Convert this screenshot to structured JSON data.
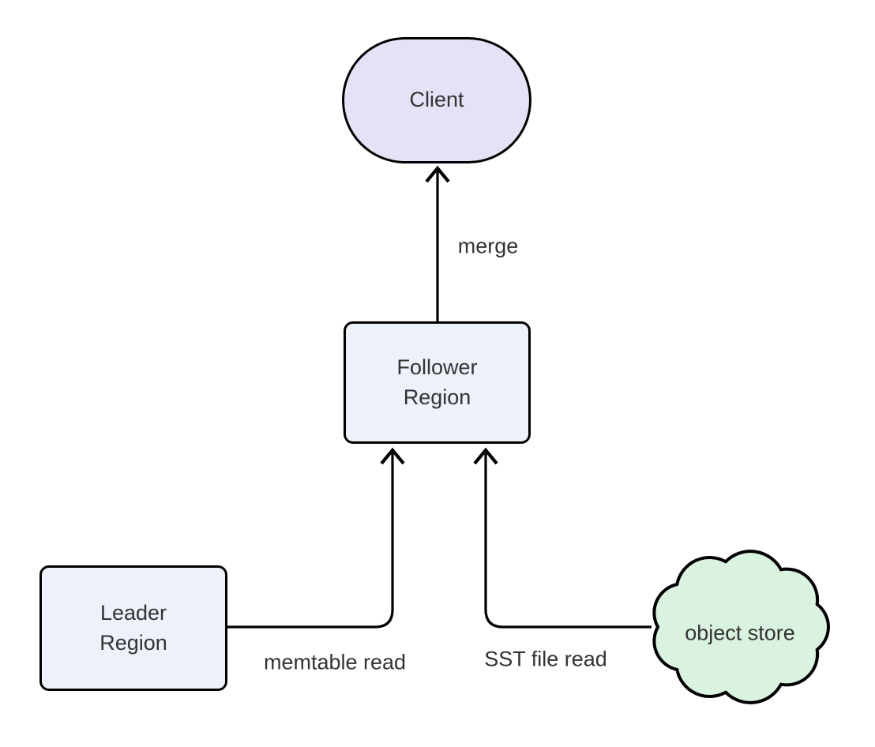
{
  "diagram": {
    "type": "flowchart",
    "background_color": "#ffffff",
    "line_color": "#000000",
    "text_color": "#333333",
    "nodes": [
      {
        "id": "client",
        "label": "Client",
        "shape": "stadium",
        "fill": "#e7e1f8",
        "border": "#000000"
      },
      {
        "id": "follower-region",
        "label": "Follower Region",
        "shape": "rounded-rect",
        "fill": "#edf1fa",
        "border": "#000000"
      },
      {
        "id": "leader-region",
        "label": "Leader Region",
        "shape": "rounded-rect",
        "fill": "#edf1fa",
        "border": "#000000"
      },
      {
        "id": "object-store",
        "label": "object store",
        "shape": "cloud",
        "fill": "#daf2e0",
        "border": "#000000"
      }
    ],
    "edges": [
      {
        "from": "follower-region",
        "to": "client",
        "label": "merge"
      },
      {
        "from": "leader-region",
        "to": "follower-region",
        "label": "memtable read"
      },
      {
        "from": "object-store",
        "to": "follower-region",
        "label": "SST file read"
      }
    ]
  }
}
